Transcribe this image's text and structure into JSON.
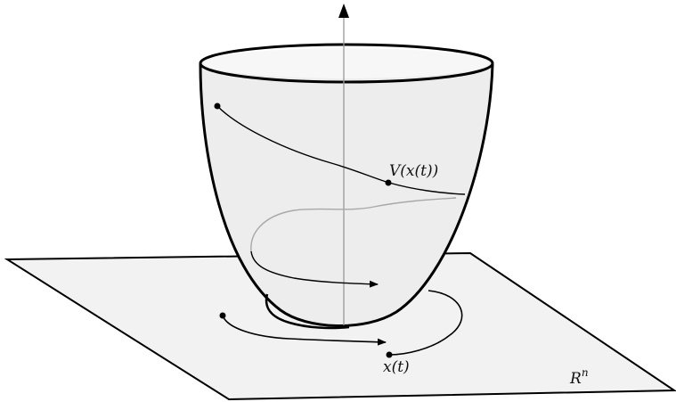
{
  "labels": {
    "lyapunov_value": "V(x(t))",
    "state": "x(t)",
    "space_base": "R",
    "space_exponent": "n"
  },
  "colors": {
    "plane_fill": "#f2f2f2",
    "bowl_fill": "#ededed",
    "stroke": "#000000",
    "hidden_curve": "#a8a8a8"
  }
}
